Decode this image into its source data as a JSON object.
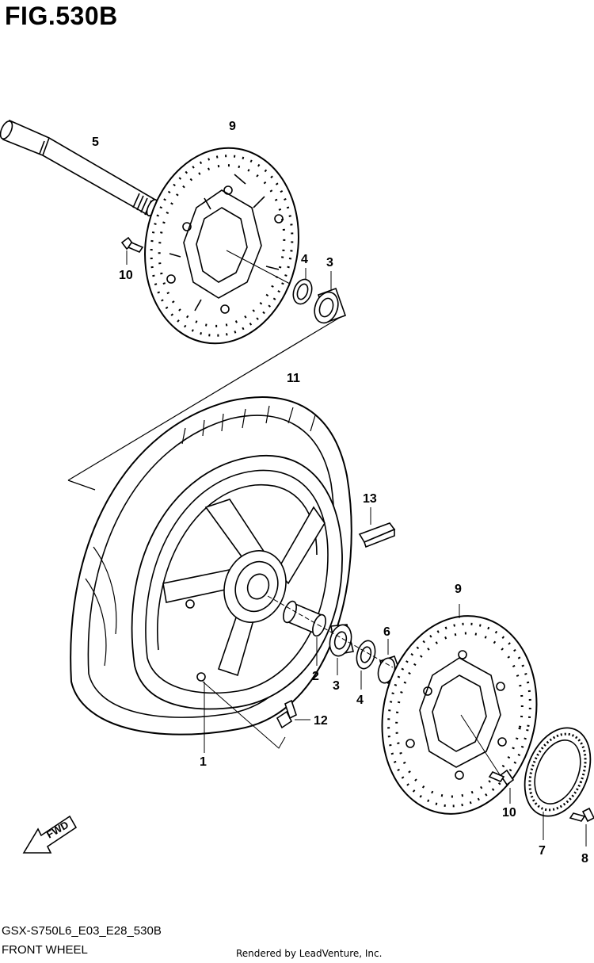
{
  "figure": {
    "title": "FIG.530B"
  },
  "footer": {
    "code": "GSX-S750L6_E03_E28_530B",
    "description": "FRONT WHEEL",
    "credit": "Rendered by LeadVenture, Inc."
  },
  "fwd_label": "FWD",
  "callouts": {
    "axle": "5",
    "disc_top": "9",
    "bolt_top": "10",
    "seal_top": "4",
    "bearing_top": "3",
    "tire": "11",
    "weight": "13",
    "wheel": "1",
    "spacer": "2",
    "bearing_mid": "3",
    "seal_mid": "4",
    "collar": "6",
    "valve": "12",
    "disc_bottom": "9",
    "bolt_bottom": "10",
    "sensor_ring": "7",
    "ring_bolt": "8"
  }
}
